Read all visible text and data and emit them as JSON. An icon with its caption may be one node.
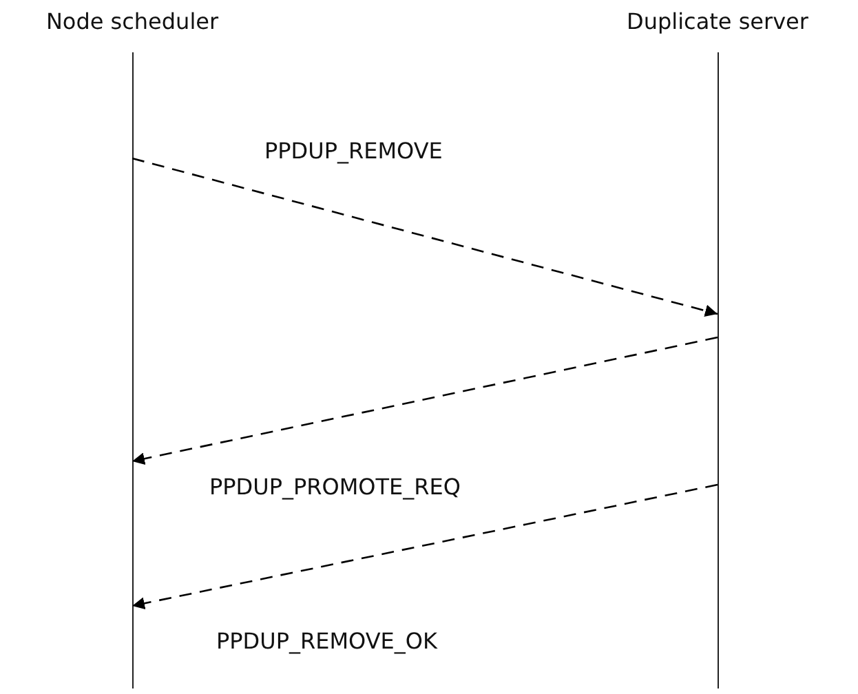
{
  "diagram": {
    "nodes": [
      {
        "text": [
          "Node scheduler"
        ]
      },
      {
        "text": [
          "Duplicate server"
        ]
      }
    ],
    "edges": [
      {
        "from": 0,
        "to": 1,
        "arrow": "to",
        "label": "PPDUP_REMOVE",
        "style": "dashed"
      },
      {
        "from": 1,
        "to": 0,
        "arrow": "to",
        "label": "PPDUP_PROMOTE_REQ",
        "style": "dashed"
      },
      {
        "from": 1,
        "to": 0,
        "arrow": "to",
        "label": "PPDUP_REMOVE_OK",
        "style": "dashed"
      }
    ]
  }
}
